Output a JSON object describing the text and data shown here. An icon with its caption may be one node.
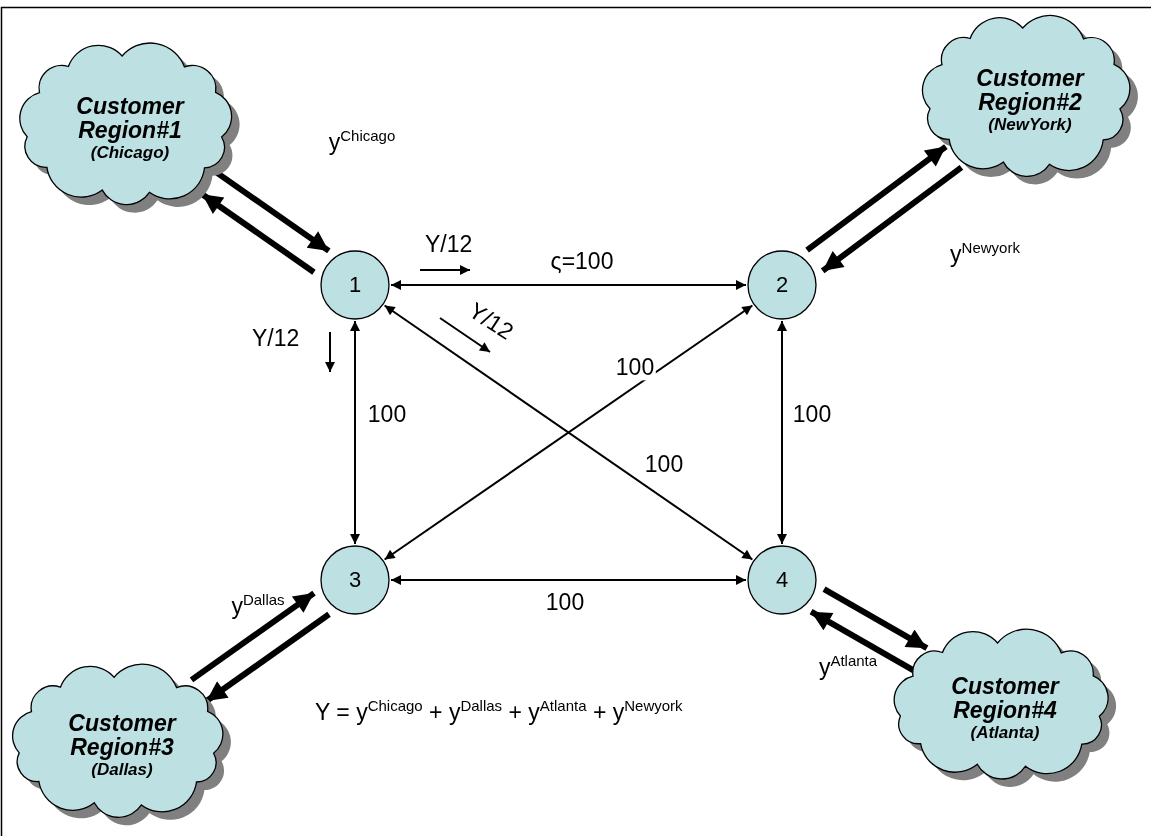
{
  "diagram": {
    "nodes": [
      {
        "text": [
          "Customer Region#1",
          "(Chicago)"
        ]
      },
      {
        "text": [
          "Customer Region#2",
          "(NewYork)"
        ]
      },
      {
        "text": [
          "1"
        ]
      },
      {
        "text": [
          "2"
        ]
      },
      {
        "text": [
          "3"
        ]
      },
      {
        "text": [
          "4"
        ]
      },
      {
        "text": [
          "Customer Region#3",
          "(Dallas)"
        ]
      },
      {
        "text": [
          "Customer Region#4",
          "(Atlanta)"
        ]
      }
    ],
    "edges": [
      {
        "from": 0,
        "to": 2,
        "arrow": "to",
        "label": "y$^{Chicago}$"
      },
      {
        "from": 2,
        "to": 0,
        "arrow": "to"
      },
      {
        "from": 3,
        "to": 1,
        "arrow": "to"
      },
      {
        "from": 1,
        "to": 3,
        "arrow": "to",
        "label": "y$^{Newyork}$"
      },
      {
        "from": 2,
        "to": 3,
        "arrow": "both",
        "label": "ς=100"
      },
      {
        "from": 2,
        "to": 4,
        "arrow": "both",
        "label": "100"
      },
      {
        "from": 2,
        "to": 5,
        "arrow": "both",
        "label": "100"
      },
      {
        "from": 3,
        "to": 4,
        "arrow": "both",
        "label": "100"
      },
      {
        "from": 3,
        "to": 5,
        "arrow": "both",
        "label": "100"
      },
      {
        "from": 4,
        "to": 5,
        "arrow": "both",
        "label": "100"
      },
      {
        "from": 6,
        "to": 4,
        "arrow": "to",
        "label": "y$^{Dallas}$"
      },
      {
        "from": 4,
        "to": 6,
        "arrow": "to"
      },
      {
        "from": 5,
        "to": 7,
        "arrow": "to"
      },
      {
        "from": 7,
        "to": 5,
        "arrow": "to",
        "label": "y$^{Atlanta}$"
      }
    ],
    "labels": [
      "Y/12",
      "Y/12",
      "Y/12",
      "Y = y$^{Chicago}$ + y$^{Dallas}$ + y$^{Atlanta}$ + y$^{Newyork}$"
    ]
  }
}
